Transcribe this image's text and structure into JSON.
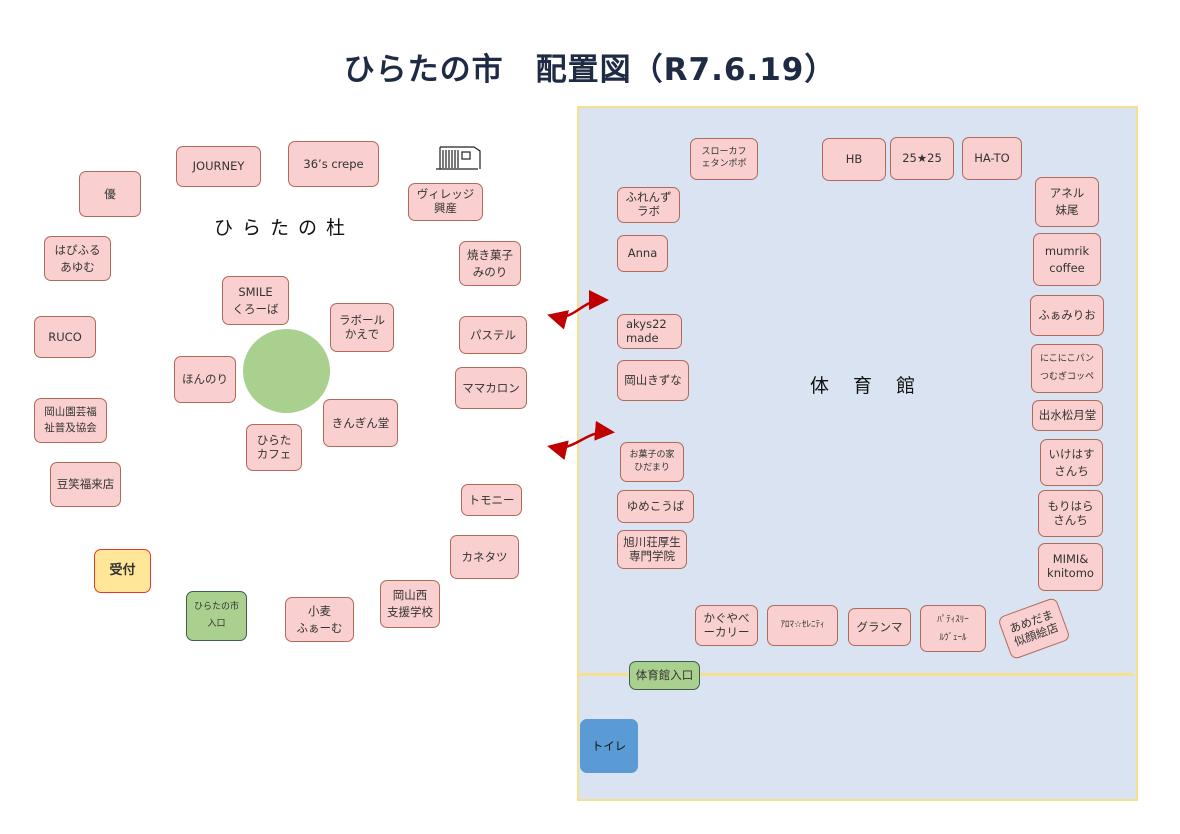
{
  "title": "ひらたの市　配置図（R7.6.19）",
  "areas": {
    "forest": "ひらたの杜",
    "gym": "体 育 館"
  },
  "outdoor": [
    "JOURNEY",
    "36’s crepe",
    "優",
    "ヴィレッジ\n興産",
    "はぴふる\nあゆむ",
    "焼き菓子\nみのり",
    "SMILE\nくろーば",
    "ラボール\nかえで",
    "RUCO",
    "パステル",
    "ほんのり",
    "ママカロン",
    "岡山園芸福\n祉普及協会",
    "きんぎん堂",
    "ひらた\nカフェ",
    "豆笑福来店",
    "トモニー",
    "カネタツ",
    "小麦\nふぁーむ",
    "岡山西\n支援学校"
  ],
  "reception": "受付",
  "market_entrance": "ひらたの市\n入口",
  "gym_booths": [
    "スローカフ\nェタンポポ",
    "HB",
    "25★25",
    "HA-TO",
    "ふれんず\nラボ",
    "アネル\n妹尾",
    "Anna",
    "mumrik\ncoffee",
    "ふぁみりお",
    "akys22\nmade",
    "岡山きずな",
    "にこにこパン\nつむぎコッペ",
    "出水松月堂",
    "お菓子の家\nひだまり",
    "いけはす\nさんち",
    "ゆめこうば",
    "もりはら\nさんち",
    "旭川荘厚生\n専門学院",
    "MIMI&\nknitomo",
    "かぐやべ\nーカリー",
    "ｱﾛﾏ☆ｾﾚﾆﾃｨ",
    "グランマ",
    "ﾊﾟﾃｨｽﾘｰ\nﾙｳﾞｪｰﾙ",
    "あめだま\n似顔絵店"
  ],
  "gym_entrance": "体育館入口",
  "toilet": "トイレ",
  "colors": {
    "booth": "#f9cfcf",
    "gym": "#dae3f1",
    "entrance": "#a9d08e",
    "reception": "#ffe699",
    "toilet": "#5b9bd5",
    "arrow": "#c00000"
  }
}
